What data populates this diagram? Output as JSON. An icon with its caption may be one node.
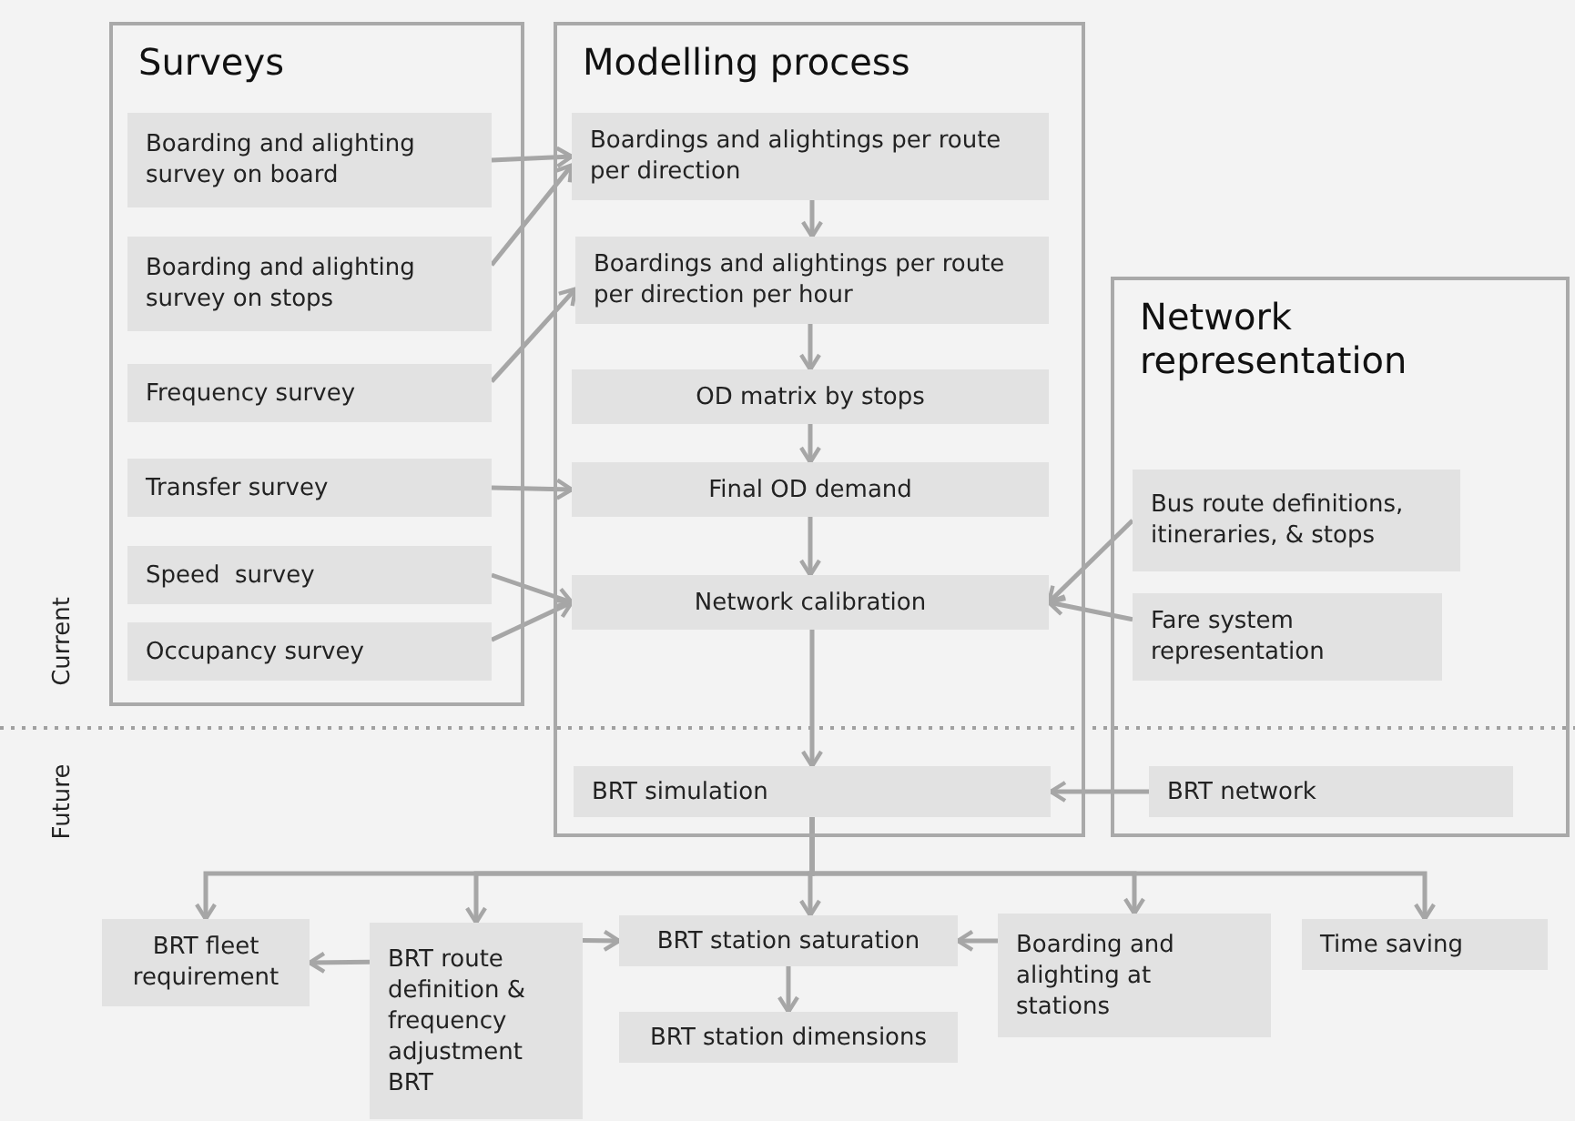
{
  "diagram": {
    "nodes": [
      {
        "text": [
          "Surveys"
        ]
      },
      {
        "text": [
          "Boarding and alighting survey on board"
        ],
        "in": 0
      },
      {
        "text": [
          "Boarding and alighting survey on stops"
        ],
        "in": 0
      },
      {
        "text": [
          "Frequency survey"
        ],
        "in": 0
      },
      {
        "text": [
          "Transfer survey"
        ],
        "in": 0
      },
      {
        "text": [
          "Speed  survey"
        ],
        "in": 0
      },
      {
        "text": [
          "Occupancy survey"
        ],
        "in": 0
      },
      {
        "text": [
          "Modelling process"
        ]
      },
      {
        "text": [
          "Boardings and alightings per route per direction"
        ],
        "in": 7
      },
      {
        "text": [
          "Boardings and alightings per route per direction per hour"
        ],
        "in": 7
      },
      {
        "text": [
          "OD matrix by stops"
        ],
        "in": 7
      },
      {
        "text": [
          "Final OD demand"
        ],
        "in": 7
      },
      {
        "text": [
          "Network calibration"
        ],
        "in": 7
      },
      {
        "text": [
          "BRT simulation"
        ],
        "in": 7
      },
      {
        "text": [
          "Network representation"
        ]
      },
      {
        "text": [
          "Bus route definitions, itineraries, & stops"
        ],
        "in": 14
      },
      {
        "text": [
          "Fare system representation"
        ],
        "in": 14
      },
      {
        "text": [
          "BRT network"
        ],
        "in": 14
      },
      {
        "text": [
          "BRT fleet requirement"
        ]
      },
      {
        "text": [
          "BRT route definition & frequency adjustment BRT"
        ]
      },
      {
        "text": [
          "BRT station saturation"
        ]
      },
      {
        "text": [
          "BRT station dimensions"
        ]
      },
      {
        "text": [
          "Boarding and alighting at stations"
        ]
      },
      {
        "text": [
          "Time saving"
        ]
      }
    ],
    "edges": [
      {
        "from": 1,
        "to": 8,
        "arrow": "to"
      },
      {
        "from": 2,
        "to": 8,
        "arrow": "to"
      },
      {
        "from": 3,
        "to": 9,
        "arrow": "to"
      },
      {
        "from": 4,
        "to": 11,
        "arrow": "to"
      },
      {
        "from": 5,
        "to": 12,
        "arrow": "to"
      },
      {
        "from": 6,
        "to": 12,
        "arrow": "to"
      },
      {
        "from": 8,
        "to": 9,
        "arrow": "to"
      },
      {
        "from": 9,
        "to": 10,
        "arrow": "to"
      },
      {
        "from": 10,
        "to": 11,
        "arrow": "to"
      },
      {
        "from": 11,
        "to": 12,
        "arrow": "to"
      },
      {
        "from": 15,
        "to": 12,
        "arrow": "to"
      },
      {
        "from": 16,
        "to": 12,
        "arrow": "to"
      },
      {
        "from": 12,
        "to": 13,
        "arrow": "to"
      },
      {
        "from": 17,
        "to": 13,
        "arrow": "to"
      },
      {
        "from": 13,
        "to": 18,
        "arrow": "to"
      },
      {
        "from": 13,
        "to": 19,
        "arrow": "to"
      },
      {
        "from": 13,
        "to": 20,
        "arrow": "to"
      },
      {
        "from": 13,
        "to": 22,
        "arrow": "to"
      },
      {
        "from": 13,
        "to": 23,
        "arrow": "to"
      },
      {
        "from": 19,
        "to": 18,
        "arrow": "to"
      },
      {
        "from": 19,
        "to": 20,
        "arrow": "to"
      },
      {
        "from": 22,
        "to": 20,
        "arrow": "to"
      },
      {
        "from": 20,
        "to": 21,
        "arrow": "to"
      }
    ],
    "labels": [
      "Current",
      "Future"
    ]
  }
}
